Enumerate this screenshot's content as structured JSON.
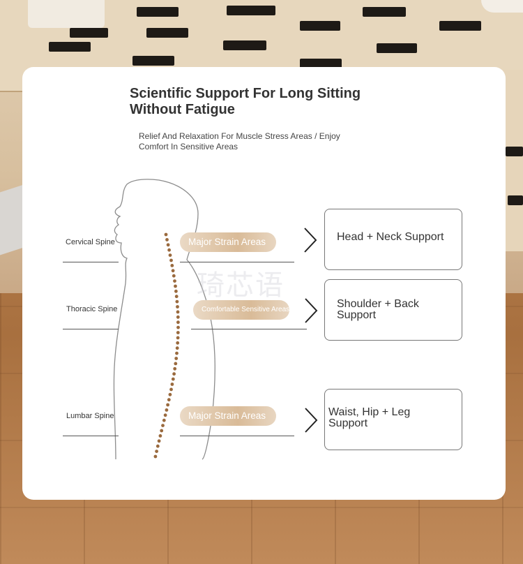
{
  "header": {
    "title": "Scientific Support For Long Sitting Without Fatigue",
    "subtitle": "Relief And Relaxation For Muscle Stress Areas / Enjoy Comfort In Sensitive Areas"
  },
  "watermark": "琦芯语",
  "zones": [
    {
      "spine_label": "Cervical Spine",
      "area_label": "Major Strain Areas",
      "support_label": "Head + Neck Support"
    },
    {
      "spine_label": "Thoracic Spine",
      "area_label": "Comfortable Sensitive Areas",
      "support_label": "Shoulder + Back Support"
    },
    {
      "spine_label": "Lumbar Spine",
      "area_label": "Major Strain Areas",
      "support_label": "Waist, Hip + Leg Support"
    }
  ],
  "icons": {
    "chevron": "chevron-right-icon",
    "body": "human-silhouette-icon",
    "spine": "spine-dots-icon"
  },
  "colors": {
    "card_bg": "#ffffff",
    "spine_dot": "#9a6a3e",
    "pill_gradient_start": "#ead9c5",
    "pill_gradient_end": "#d9bb98",
    "text_dark": "#333333"
  }
}
